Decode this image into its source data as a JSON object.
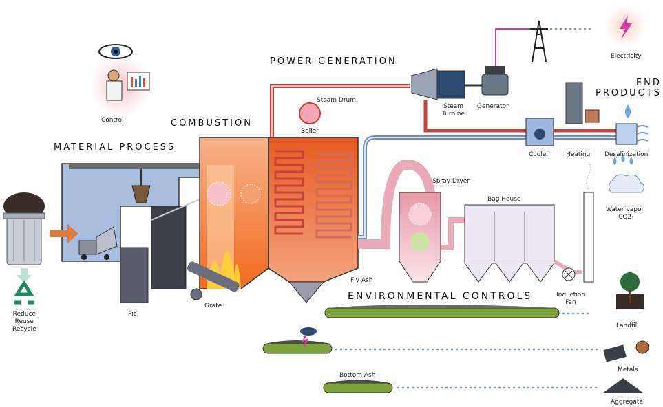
{
  "sections": {
    "material_process": "MATERIAL PROCESS",
    "combustion": "COMBUSTION",
    "power_generation": "POWER GENERATION",
    "end_products": "END\nPRODUCTS",
    "environmental_controls": "ENVIRONMENTAL CONTROLS"
  },
  "labels": {
    "control": "Control",
    "steam_drum": "Steam Drum",
    "boiler": "Boiler",
    "steam_turbine": "Steam\nTurbine",
    "generator": "Generator",
    "electricity": "Electricity",
    "cooler": "Cooler",
    "heating": "Heating",
    "desalinization": "Desalinization",
    "spray_dryer": "Spray Dryer",
    "bag_house": "Bag House",
    "water_vapor": "Water vapor\nCO2",
    "fly_ash": "Fly Ash",
    "induction_fan": "Induction\nFan",
    "landfill": "Landfill",
    "metals": "Metals",
    "bottom_ash": "Bottom Ash",
    "aggregate": "Aggregate",
    "pit": "Pit",
    "grate": "Grate",
    "reduce_reuse_recycle": "Reduce\nReuse\nRecycle"
  },
  "icons": [
    "eye-icon",
    "operator-icon",
    "lightning-icon",
    "power-tower-icon",
    "recycle-icon",
    "trash-can-icon",
    "truck-icon",
    "crane-claw-icon",
    "water-drop-icon",
    "cloud-icon",
    "tree-icon",
    "metal-coil-icon",
    "aggregate-pile-icon",
    "fan-icon",
    "magnet-icon"
  ],
  "colors": {
    "bunker_blue": "#a9bedf",
    "furnace_orange": "#e9642d",
    "steam_red": "#c8413a",
    "water_blue": "#6f8fc8",
    "gas_pink": "#e9a9b9",
    "electric_magenta": "#d63aa6",
    "recycle_green": "#1f8a66",
    "conveyor_green": "#7ea33a",
    "flow_arrow": "#8fa6d6"
  }
}
